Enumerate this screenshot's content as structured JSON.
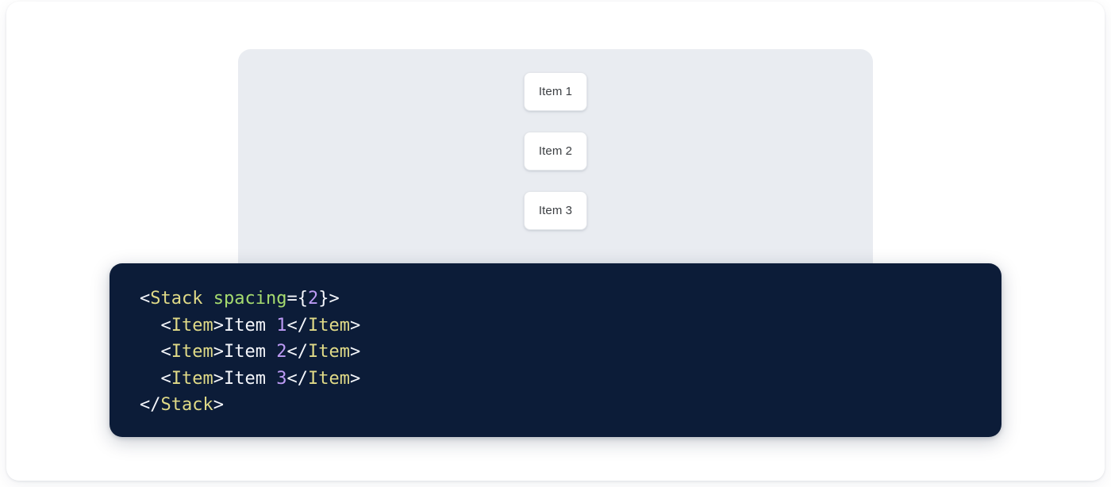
{
  "preview": {
    "panel_name": "component-preview",
    "background_color": "#e9ecf1",
    "items": [
      {
        "label": "Item 1"
      },
      {
        "label": "Item 2"
      },
      {
        "label": "Item 3"
      }
    ]
  },
  "code": {
    "language": "jsx",
    "background_color": "#0c1c38",
    "lines": [
      {
        "indent": "",
        "tokens": [
          {
            "type": "punct",
            "text": "<"
          },
          {
            "type": "tag",
            "text": "Stack"
          },
          {
            "type": "text",
            "text": " "
          },
          {
            "type": "attr",
            "text": "spacing"
          },
          {
            "type": "punct",
            "text": "={"
          },
          {
            "type": "num",
            "text": "2"
          },
          {
            "type": "punct",
            "text": "}>"
          }
        ]
      },
      {
        "indent": "  ",
        "tokens": [
          {
            "type": "punct",
            "text": "<"
          },
          {
            "type": "tag",
            "text": "Item"
          },
          {
            "type": "punct",
            "text": ">"
          },
          {
            "type": "text",
            "text": "Item "
          },
          {
            "type": "num",
            "text": "1"
          },
          {
            "type": "punct",
            "text": "</"
          },
          {
            "type": "tag",
            "text": "Item"
          },
          {
            "type": "punct",
            "text": ">"
          }
        ]
      },
      {
        "indent": "  ",
        "tokens": [
          {
            "type": "punct",
            "text": "<"
          },
          {
            "type": "tag",
            "text": "Item"
          },
          {
            "type": "punct",
            "text": ">"
          },
          {
            "type": "text",
            "text": "Item "
          },
          {
            "type": "num",
            "text": "2"
          },
          {
            "type": "punct",
            "text": "</"
          },
          {
            "type": "tag",
            "text": "Item"
          },
          {
            "type": "punct",
            "text": ">"
          }
        ]
      },
      {
        "indent": "  ",
        "tokens": [
          {
            "type": "punct",
            "text": "<"
          },
          {
            "type": "tag",
            "text": "Item"
          },
          {
            "type": "punct",
            "text": ">"
          },
          {
            "type": "text",
            "text": "Item "
          },
          {
            "type": "num",
            "text": "3"
          },
          {
            "type": "punct",
            "text": "</"
          },
          {
            "type": "tag",
            "text": "Item"
          },
          {
            "type": "punct",
            "text": ">"
          }
        ]
      },
      {
        "indent": "",
        "tokens": [
          {
            "type": "punct",
            "text": "</"
          },
          {
            "type": "tag",
            "text": "Stack"
          },
          {
            "type": "punct",
            "text": ">"
          }
        ]
      }
    ]
  },
  "colors": {
    "page_background": "#ffffff",
    "card_background": "#ffffff",
    "panel_background": "#e9ecf1",
    "code_background": "#0c1c38",
    "token_tag": "#e0da87",
    "token_attr": "#a6dc6f",
    "token_number": "#bd9bf5",
    "token_punct": "#f4f6fb",
    "item_text": "#3c3f43",
    "item_border": "#e3e6ea"
  }
}
